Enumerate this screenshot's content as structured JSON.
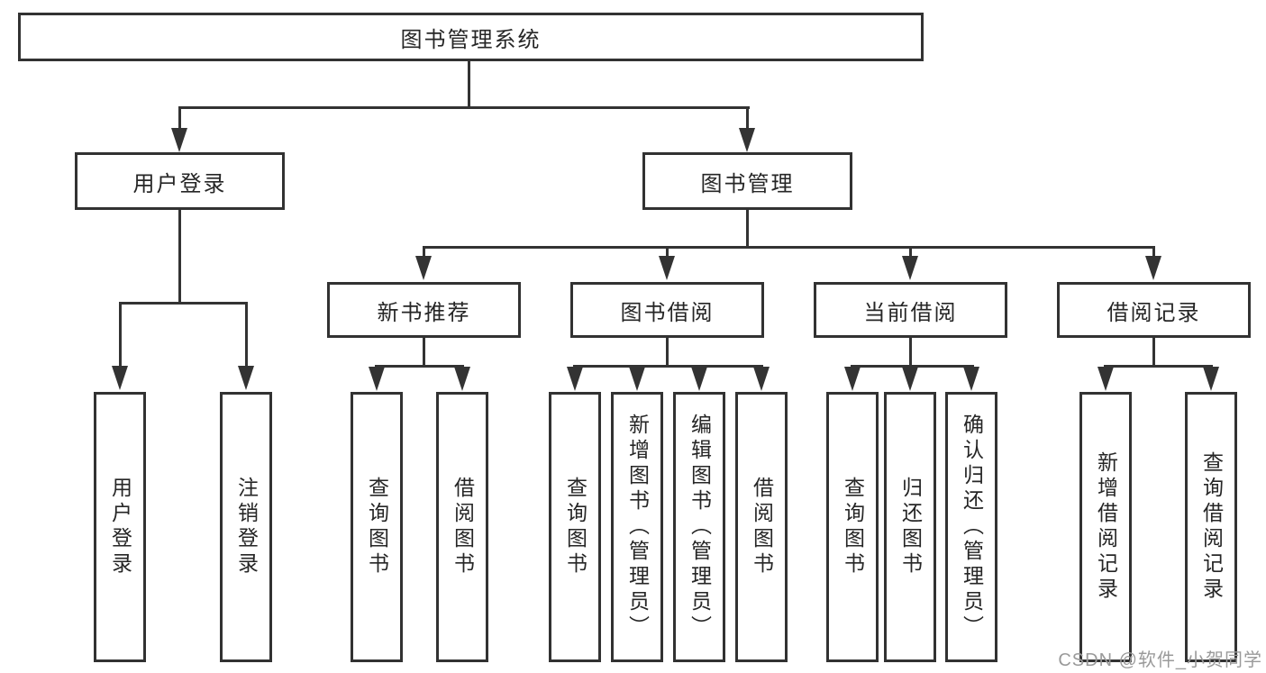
{
  "diagram": {
    "type": "hierarchy-tree",
    "root": {
      "label": "图书管理系统",
      "children": [
        {
          "label": "用户登录",
          "children": [
            {
              "label": "用户登录"
            },
            {
              "label": "注销登录"
            }
          ]
        },
        {
          "label": "图书管理",
          "children": [
            {
              "label": "新书推荐",
              "children": [
                {
                  "label": "查询图书"
                },
                {
                  "label": "借阅图书"
                }
              ]
            },
            {
              "label": "图书借阅",
              "children": [
                {
                  "label": "查询图书"
                },
                {
                  "label": "新增图书（管理员）"
                },
                {
                  "label": "编辑图书（管理员）"
                },
                {
                  "label": "借阅图书"
                }
              ]
            },
            {
              "label": "当前借阅",
              "children": [
                {
                  "label": "查询图书"
                },
                {
                  "label": "归还图书"
                },
                {
                  "label": "确认归还（管理员）"
                }
              ]
            },
            {
              "label": "借阅记录",
              "children": [
                {
                  "label": "新增借阅记录"
                },
                {
                  "label": "查询借阅记录"
                }
              ]
            }
          ]
        }
      ]
    },
    "watermark": "CSDN @软件_小贺同学",
    "colors": {
      "line": "#333333",
      "box_border": "#323232",
      "text": "#262626",
      "background": "#ffffff",
      "watermark": "#9a9a9a"
    }
  }
}
